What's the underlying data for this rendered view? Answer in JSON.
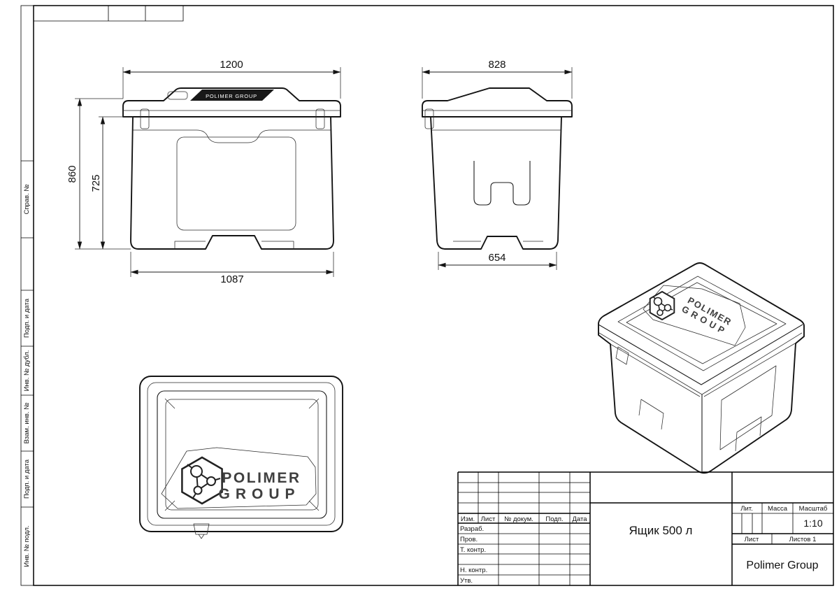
{
  "sheet": {
    "side_labels": [
      "Справ. №",
      "Подп. и дата",
      "Инв. № дубл.",
      "Взам. инв. №",
      "Подп. и дата",
      "Инв. № подл."
    ]
  },
  "views": {
    "front": {
      "dim_width_top": "1200",
      "dim_height_total": "860",
      "dim_height_body": "725",
      "dim_width_bottom": "1087"
    },
    "side": {
      "dim_width_top": "828",
      "dim_width_bottom": "654"
    }
  },
  "logo": {
    "line1": "POLIMER",
    "line2": "GROUP",
    "front_band": "POLIMER GROUP"
  },
  "title_block": {
    "change_table_headers": [
      "Изм.",
      "Лист",
      "№ докум.",
      "Подп.",
      "Дата"
    ],
    "signature_rows": [
      "Разраб.",
      "Пров.",
      "Т. контр.",
      "Н. контр.",
      "Утв."
    ],
    "doc_title": "Ящик 500 л",
    "lit_label": "Лит.",
    "mass_label": "Масса",
    "scale_label": "Масштаб",
    "scale_value": "1:10",
    "sheet_label": "Лист",
    "sheets_label": "Листов 1",
    "company": "Polimer Group"
  }
}
